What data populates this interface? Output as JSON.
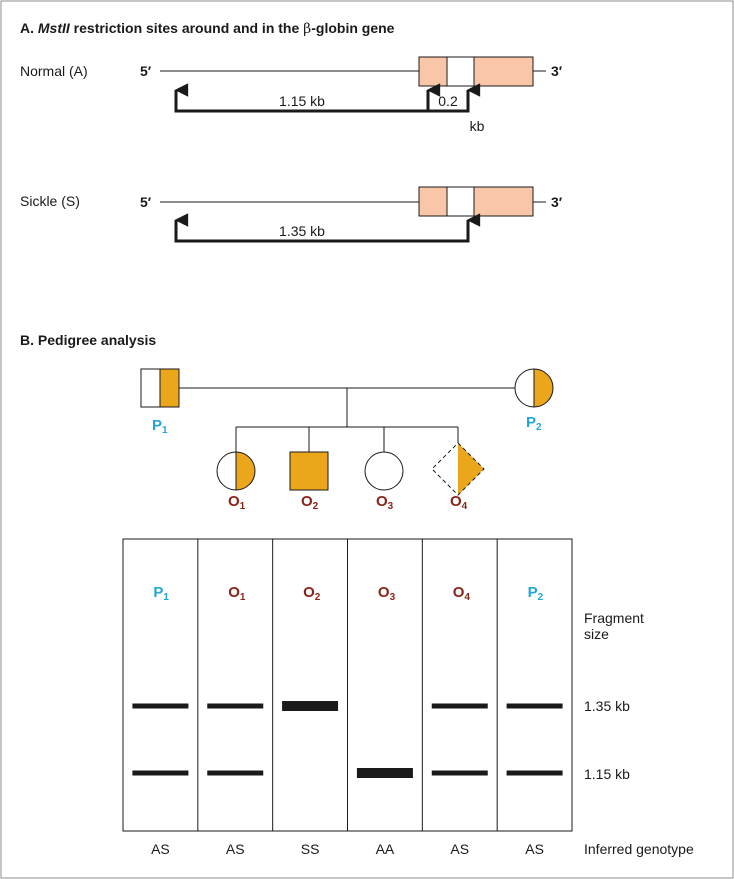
{
  "colors": {
    "exon": "#f9c7a7",
    "affected": "#eca61c",
    "parent_label": "#22a6d6",
    "offspring_label": "#8a2419",
    "band": "#1a1a1a",
    "frame": "#8c8c8c"
  },
  "section_a": {
    "prefix": "A.",
    "enzyme": "MstII",
    "title_mid": " restriction sites around and in the ",
    "beta": "β",
    "title_end": "-globin gene",
    "five_prime": "5′",
    "three_prime": "3′",
    "normal": {
      "label": "Normal (A)",
      "fragment_large": "1.15 kb",
      "fragment_small": "0.2",
      "fragment_small_unit": "kb"
    },
    "sickle": {
      "label": "Sickle (S)",
      "fragment": "1.35 kb"
    }
  },
  "section_b": {
    "title": "B. Pedigree analysis",
    "members": [
      {
        "id": "P1",
        "letter": "P",
        "sub": "1",
        "shape": "square",
        "fill": "right-half",
        "color": "blue"
      },
      {
        "id": "P2",
        "letter": "P",
        "sub": "2",
        "shape": "circle",
        "fill": "right-half",
        "color": "blue"
      },
      {
        "id": "O1",
        "letter": "O",
        "sub": "1",
        "shape": "circle",
        "fill": "right-half",
        "color": "red"
      },
      {
        "id": "O2",
        "letter": "O",
        "sub": "2",
        "shape": "square",
        "fill": "full",
        "color": "red"
      },
      {
        "id": "O3",
        "letter": "O",
        "sub": "3",
        "shape": "circle",
        "fill": "none",
        "color": "red"
      },
      {
        "id": "O4",
        "letter": "O",
        "sub": "4",
        "shape": "diamond-dashed",
        "fill": "right-half",
        "color": "red"
      }
    ]
  },
  "gel": {
    "fragment_size_label": [
      "Fragment",
      "size"
    ],
    "band_labels": {
      "upper": "1.35 kb",
      "lower": "1.15 kb"
    },
    "genotype_label": "Inferred genotype",
    "lanes": [
      {
        "letter": "P",
        "sub": "1",
        "color": "blue",
        "upper": "thin",
        "lower": "thin",
        "genotype": "AS"
      },
      {
        "letter": "O",
        "sub": "1",
        "color": "red",
        "upper": "thin",
        "lower": "thin",
        "genotype": "AS"
      },
      {
        "letter": "O",
        "sub": "2",
        "color": "red",
        "upper": "thick",
        "lower": "none",
        "genotype": "SS"
      },
      {
        "letter": "O",
        "sub": "3",
        "color": "red",
        "upper": "none",
        "lower": "thick",
        "genotype": "AA"
      },
      {
        "letter": "O",
        "sub": "4",
        "color": "red",
        "upper": "thin",
        "lower": "thin",
        "genotype": "AS"
      },
      {
        "letter": "P",
        "sub": "2",
        "color": "blue",
        "upper": "thin",
        "lower": "thin",
        "genotype": "AS"
      }
    ]
  }
}
